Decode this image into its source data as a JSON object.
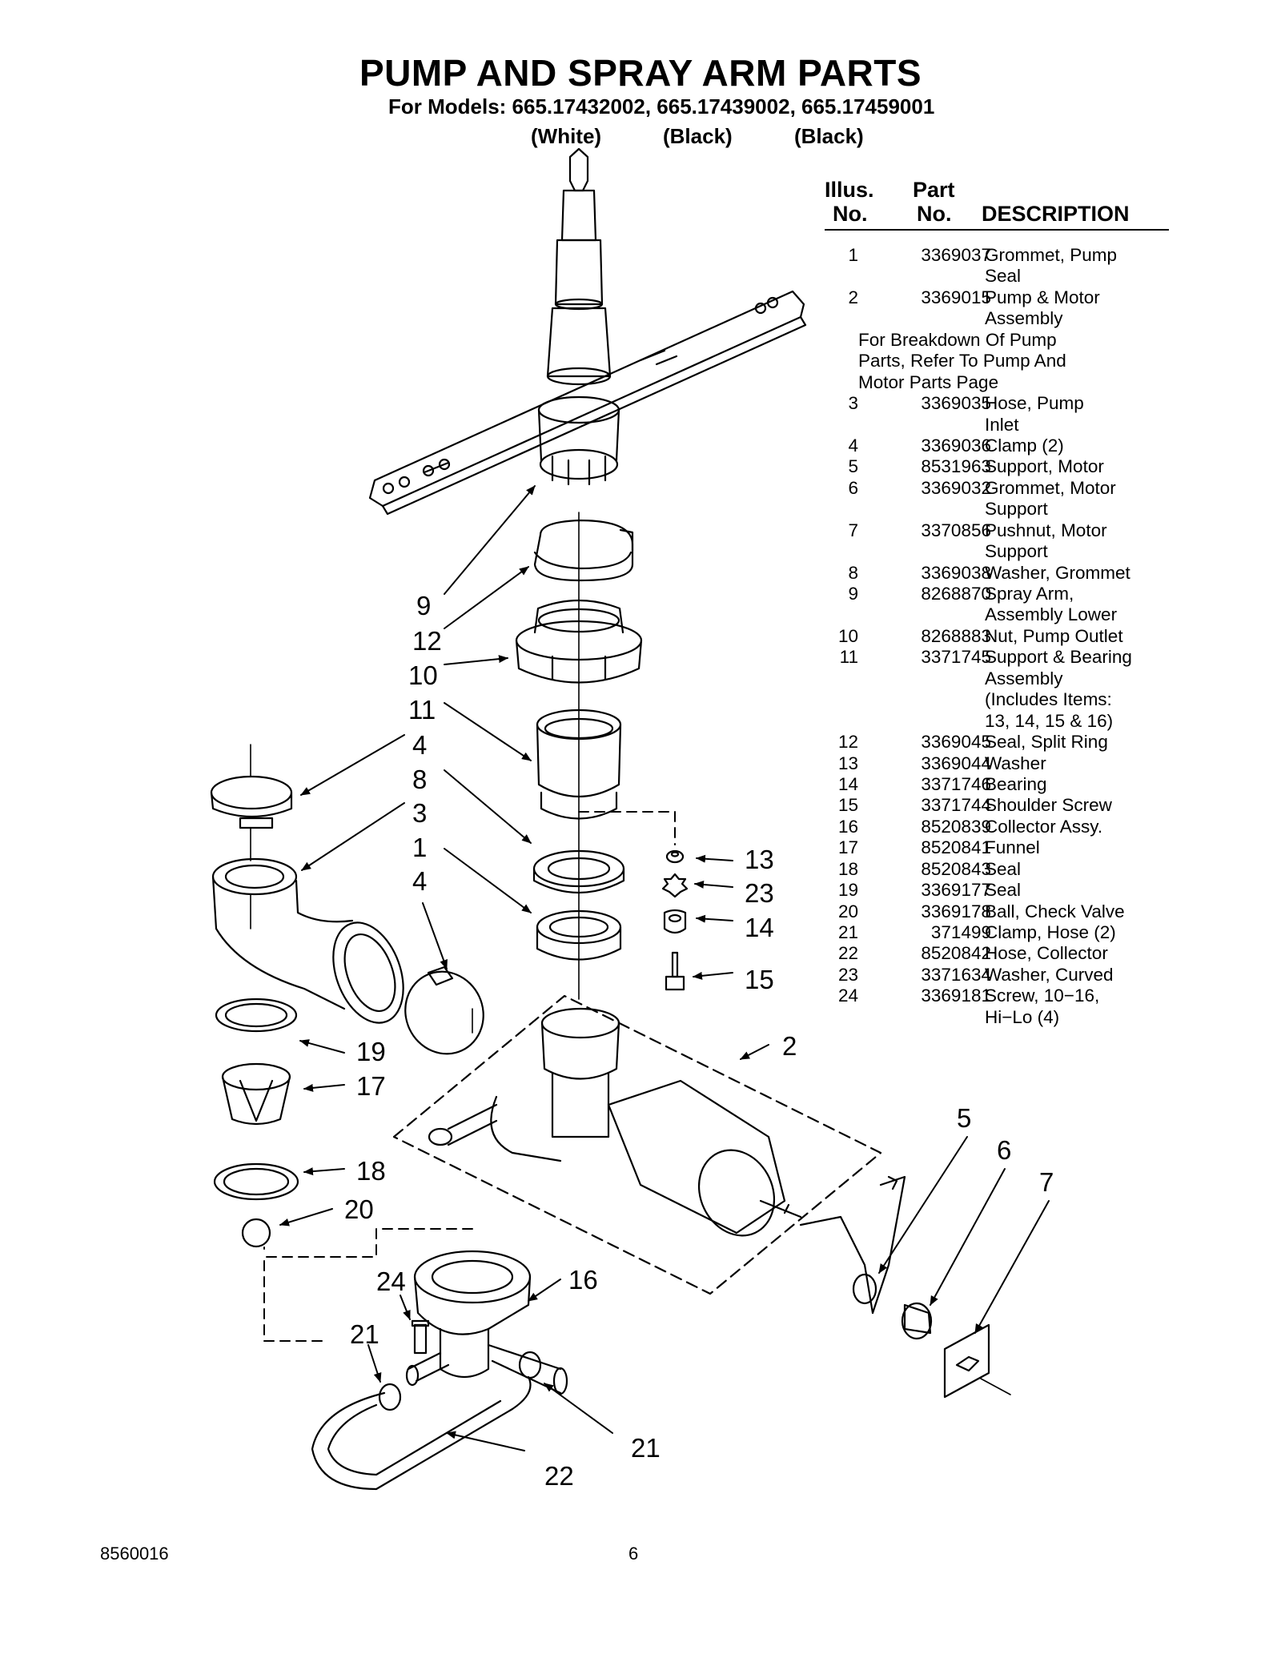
{
  "header": {
    "title": "PUMP AND SPRAY ARM PARTS",
    "models": "For Models: 665.17432002, 665.17439002, 665.17459001",
    "colors": [
      "(White)",
      "(Black)",
      "(Black)"
    ]
  },
  "table": {
    "col_illus_1": "Illus.",
    "col_illus_2": "No.",
    "col_part_1": "Part",
    "col_part_2": "No.",
    "col_desc": "DESCRIPTION",
    "rows": [
      {
        "no": "1",
        "part": "3369037",
        "desc": "Grommet, Pump"
      },
      {
        "cont": "Seal"
      },
      {
        "no": "2",
        "part": "3369015",
        "desc": "Pump & Motor"
      },
      {
        "cont": "Assembly"
      },
      {
        "note": "For Breakdown Of Pump"
      },
      {
        "note": "Parts, Refer To Pump And"
      },
      {
        "note": "Motor Parts Page"
      },
      {
        "no": "3",
        "part": "3369035",
        "desc": "Hose, Pump"
      },
      {
        "cont": "Inlet"
      },
      {
        "no": "4",
        "part": "3369036",
        "desc": "Clamp (2)"
      },
      {
        "no": "5",
        "part": "8531963",
        "desc": "Support, Motor"
      },
      {
        "no": "6",
        "part": "3369032",
        "desc": "Grommet, Motor"
      },
      {
        "cont": "Support"
      },
      {
        "no": "7",
        "part": "3370856",
        "desc": "Pushnut, Motor"
      },
      {
        "cont": "Support"
      },
      {
        "no": "8",
        "part": "3369038",
        "desc": "Washer, Grommet"
      },
      {
        "no": "9",
        "part": "8268870",
        "desc": "Spray Arm,"
      },
      {
        "cont": "Assembly Lower"
      },
      {
        "no": "10",
        "part": "8268883",
        "desc": "Nut, Pump Outlet"
      },
      {
        "no": "11",
        "part": "3371745",
        "desc": "Support & Bearing"
      },
      {
        "cont": "Assembly"
      },
      {
        "cont": "(Includes Items:"
      },
      {
        "cont": "13, 14, 15 & 16)"
      },
      {
        "no": "12",
        "part": "3369045",
        "desc": "Seal, Split Ring"
      },
      {
        "no": "13",
        "part": "3369044",
        "desc": "Washer"
      },
      {
        "no": "14",
        "part": "3371746",
        "desc": "Bearing"
      },
      {
        "no": "15",
        "part": "3371744",
        "desc": "Shoulder Screw"
      },
      {
        "no": "16",
        "part": "8520839",
        "desc": "Collector Assy."
      },
      {
        "no": "17",
        "part": "8520841",
        "desc": "Funnel"
      },
      {
        "no": "18",
        "part": "8520843",
        "desc": "Seal"
      },
      {
        "no": "19",
        "part": "3369177",
        "desc": "Seal"
      },
      {
        "no": "20",
        "part": "3369178",
        "desc": "Ball, Check Valve"
      },
      {
        "no": "21",
        "part": "371499",
        "desc": "Clamp, Hose (2)"
      },
      {
        "no": "22",
        "part": "8520842",
        "desc": "Hose, Collector"
      },
      {
        "no": "23",
        "part": "3371634",
        "desc": "Washer, Curved"
      },
      {
        "no": "24",
        "part": "3369181",
        "desc": "Screw, 10−16,"
      },
      {
        "cont": "Hi−Lo (4)"
      }
    ]
  },
  "callouts": [
    "9",
    "12",
    "10",
    "11",
    "4",
    "8",
    "3",
    "1",
    "4",
    "13",
    "23",
    "14",
    "15",
    "2",
    "19",
    "17",
    "5",
    "6",
    "7",
    "18",
    "20",
    "24",
    "16",
    "21",
    "21",
    "22"
  ],
  "footer": {
    "doc_number": "8560016",
    "page_number": "6"
  }
}
